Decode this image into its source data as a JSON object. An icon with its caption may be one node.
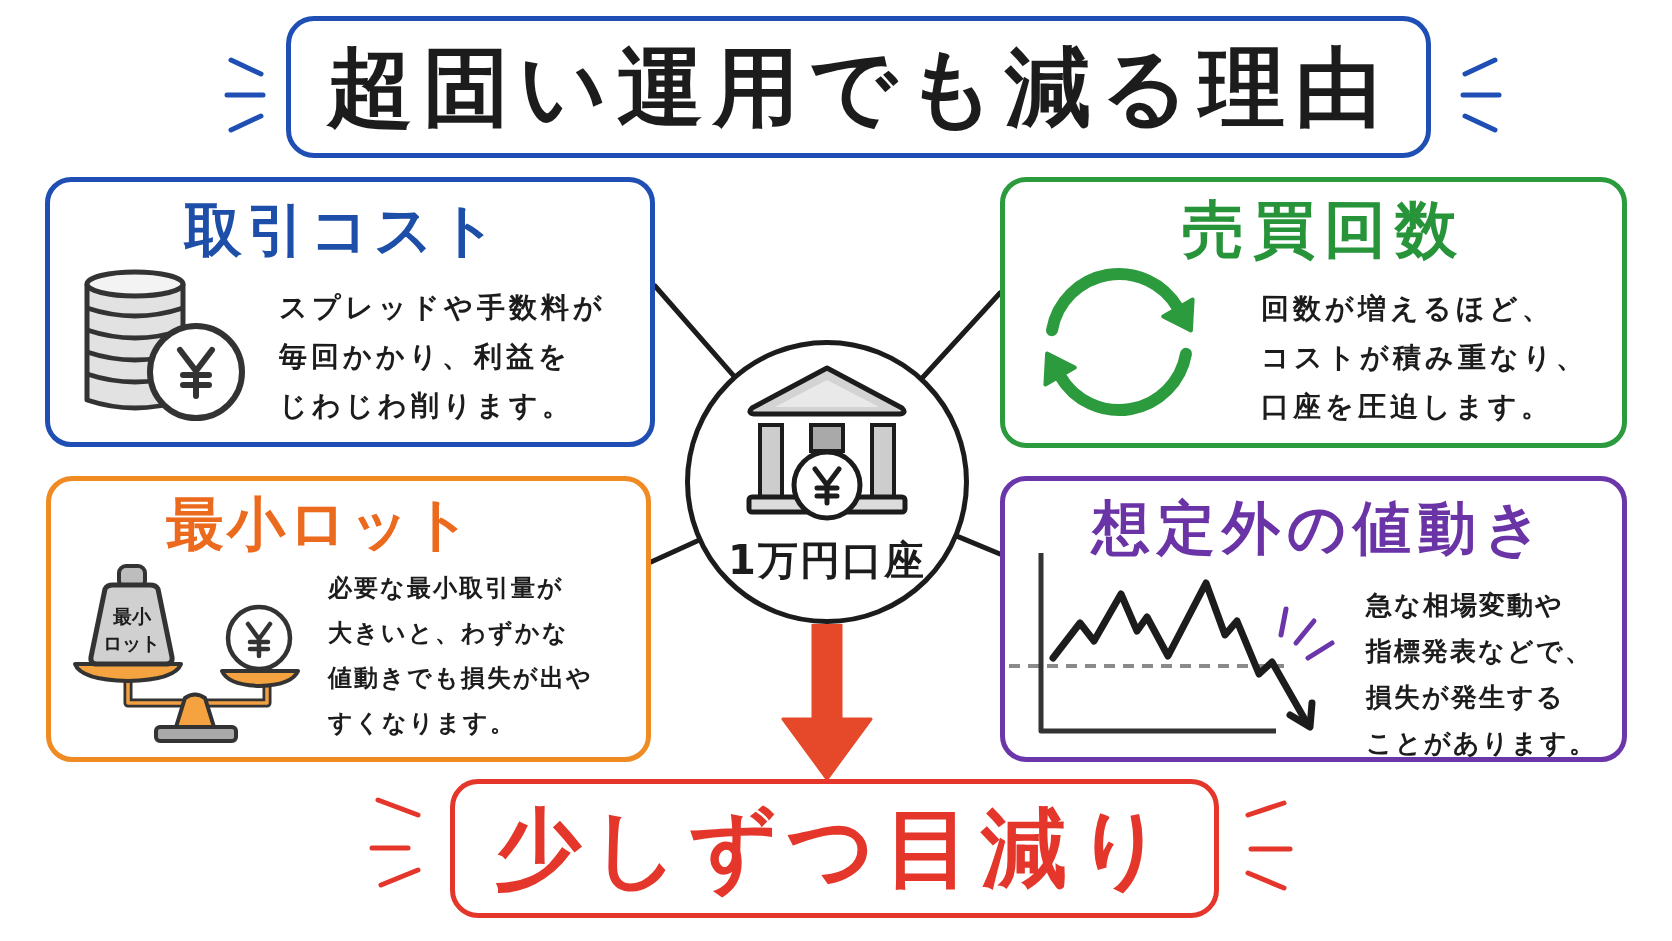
{
  "diagram": {
    "title": "超固い運用でも減る理由",
    "nodes": [
      {
        "text": [
          "取引コスト",
          "スプレッドや手数料が毎回かかり、利益をじわじわ削ります。"
        ]
      },
      {
        "text": [
          "売買回数",
          "回数が増えるほど、コストが積み重なり、口座を圧迫します。"
        ]
      },
      {
        "text": [
          "1万円口座"
        ]
      },
      {
        "text": [
          "最小ロット",
          "必要な最小取引量が大きいと、わずかな値動きでも損失が出やすくなります。"
        ]
      },
      {
        "text": [
          "最小ロット"
        ],
        "in": 3
      },
      {
        "text": [
          "想定外の値動き",
          "急な相場変動や指標発表などで、損失が発生することがあります。"
        ]
      },
      {
        "text": [
          "少しずつ目減り"
        ]
      }
    ],
    "edges": [
      {
        "from": 2,
        "to": 0,
        "arrow": "none"
      },
      {
        "from": 2,
        "to": 1,
        "arrow": "none"
      },
      {
        "from": 2,
        "to": 3,
        "arrow": "none"
      },
      {
        "from": 2,
        "to": 5,
        "arrow": "none"
      },
      {
        "from": 2,
        "to": 6,
        "arrow": "to",
        "style": "thick",
        "color": "#e6492a"
      }
    ]
  }
}
